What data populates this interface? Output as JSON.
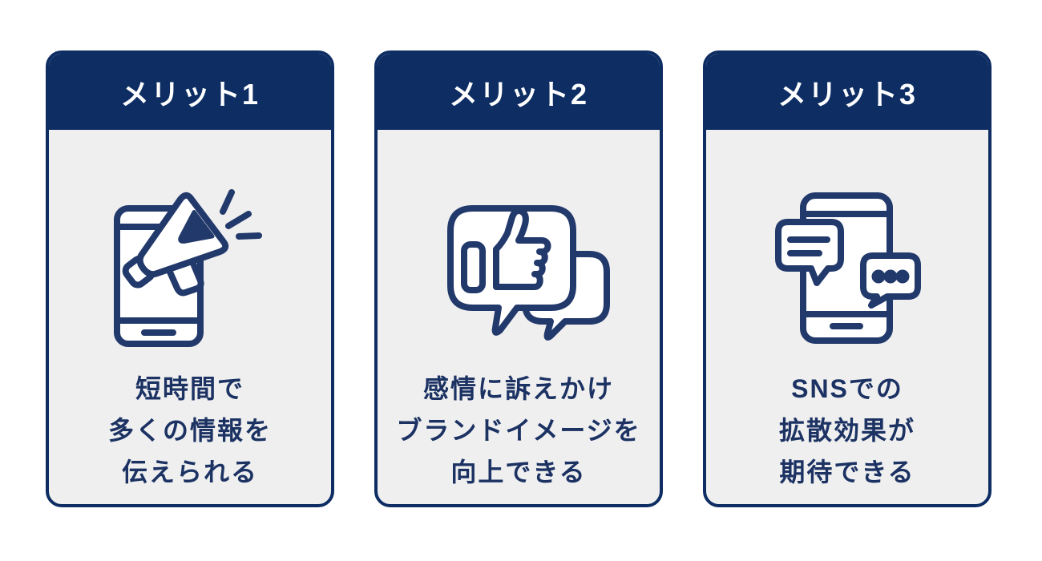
{
  "colors": {
    "navy": "#0d2d63",
    "icon": "#22396b",
    "text": "#1b3263",
    "cardbg": "#efefef",
    "pagebg": "#ffffff",
    "headertext": "#ffffff"
  },
  "cards": [
    {
      "header": "メリット1",
      "icon": "smartphone-megaphone-icon",
      "lines": [
        "短時間で",
        "多くの情報を",
        "伝えられる"
      ]
    },
    {
      "header": "メリット2",
      "icon": "speech-bubbles-thumbs-up-icon",
      "lines": [
        "感情に訴えかけ",
        "ブランドイメージを",
        "向上できる"
      ]
    },
    {
      "header": "メリット3",
      "icon": "smartphone-chat-bubbles-icon",
      "lines": [
        "SNSでの",
        "拡散効果が",
        "期待できる"
      ]
    }
  ]
}
